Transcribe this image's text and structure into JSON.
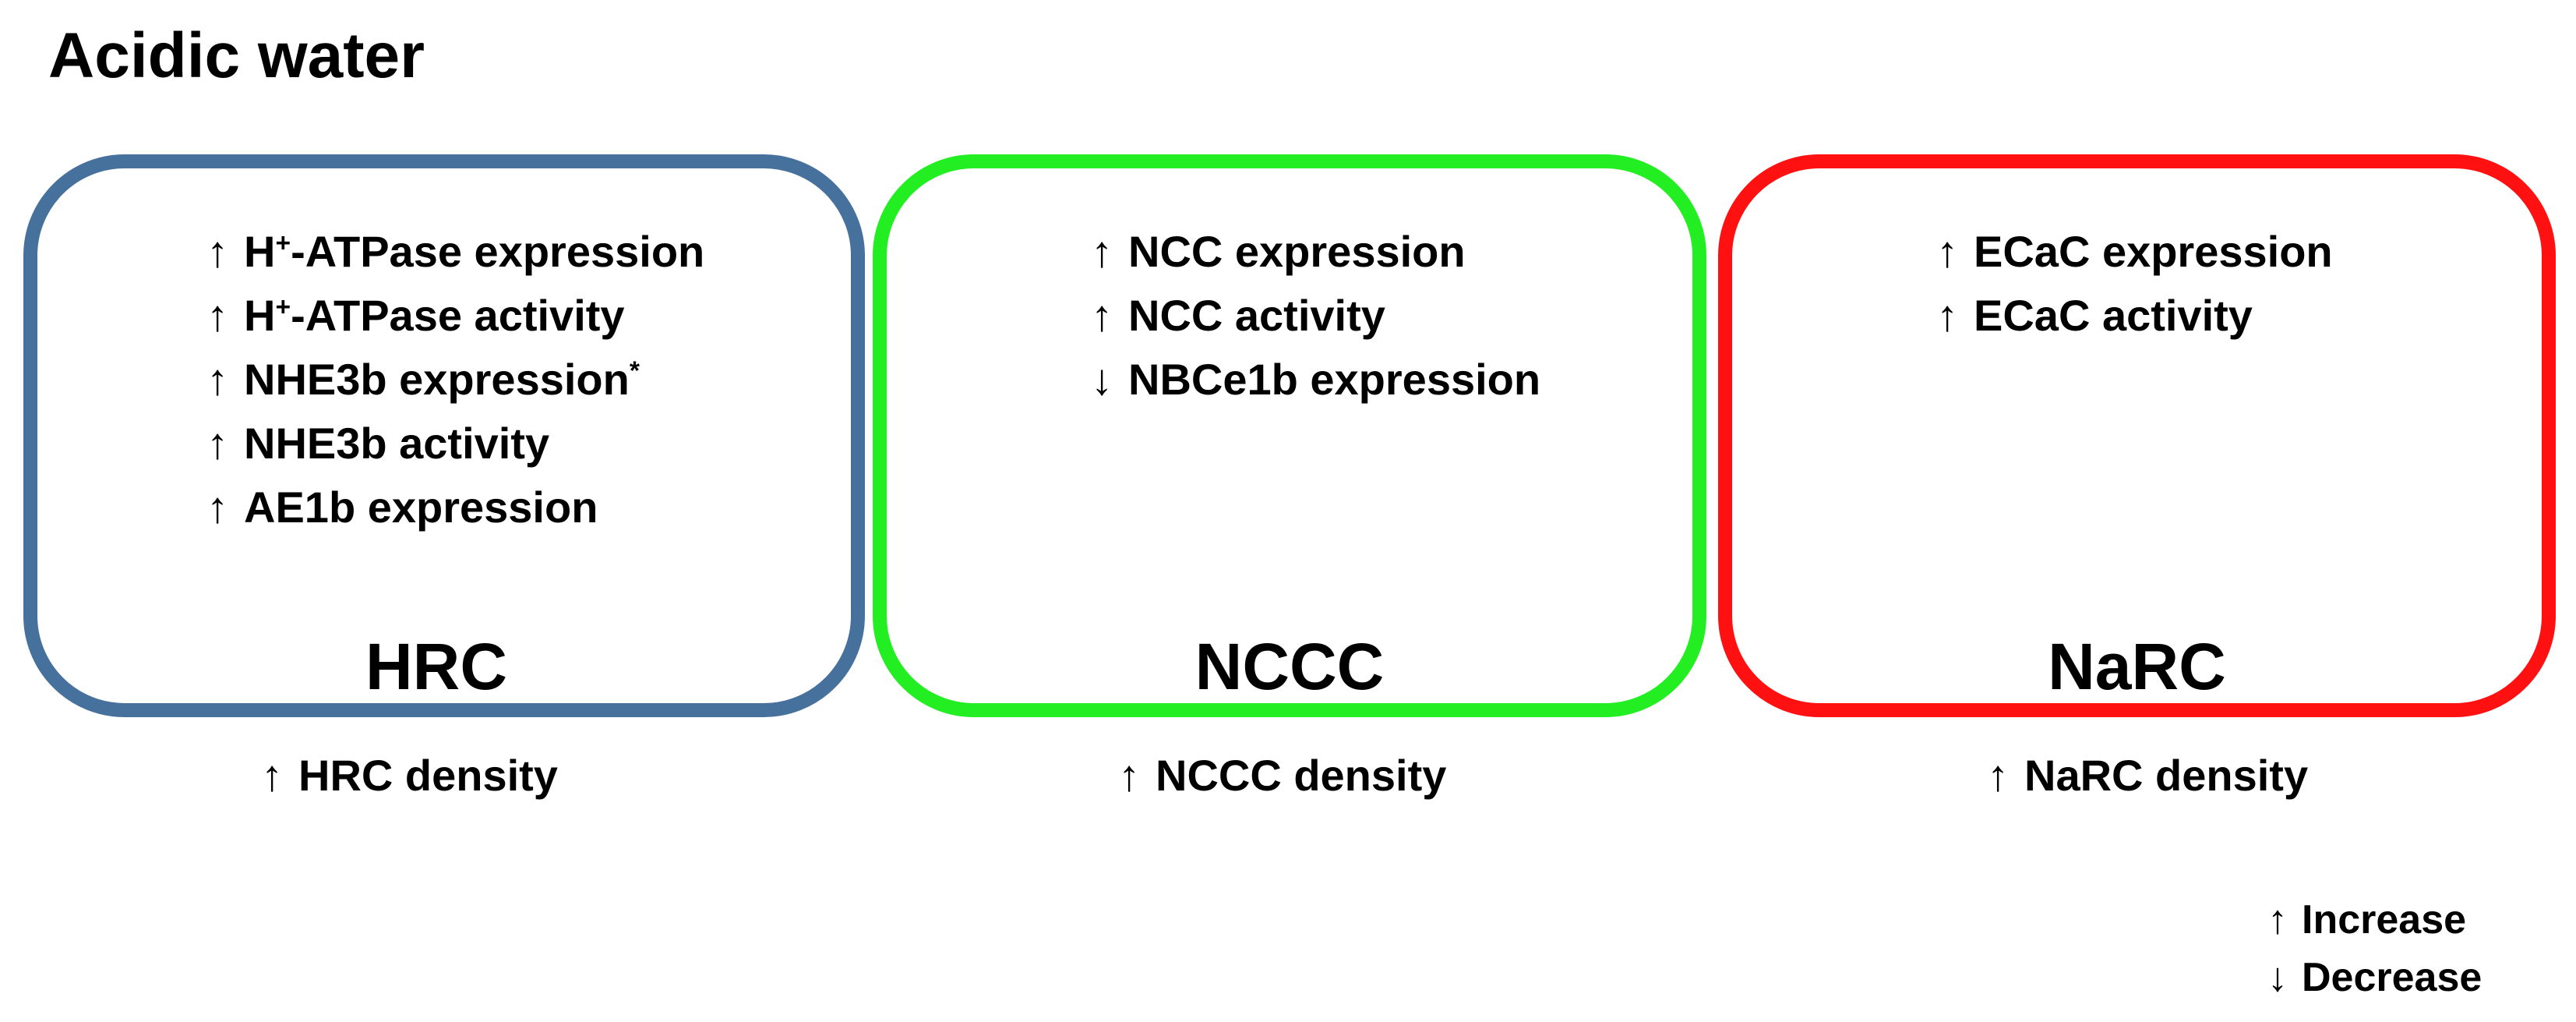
{
  "title": "Acidic water",
  "boxes": [
    {
      "id": "hrc",
      "name": "HRC",
      "border_color": "#46719C",
      "effects": [
        {
          "arrow": "↑",
          "pre": "H",
          "sup": "+",
          "post": "-ATPase expression"
        },
        {
          "arrow": "↑",
          "pre": "H",
          "sup": "+",
          "post": "-ATPase activity"
        },
        {
          "arrow": "↑",
          "pre": "NHE3b expression",
          "sup": "*",
          "post": ""
        },
        {
          "arrow": "↑",
          "pre": "NHE3b activity",
          "sup": "",
          "post": ""
        },
        {
          "arrow": "↑",
          "pre": "AE1b expression",
          "sup": "",
          "post": ""
        }
      ],
      "density": {
        "arrow": "↑",
        "text": "HRC density"
      }
    },
    {
      "id": "nccc",
      "name": "NCCC",
      "border_color": "#22EE22",
      "effects": [
        {
          "arrow": "↑",
          "pre": "NCC expression",
          "sup": "",
          "post": ""
        },
        {
          "arrow": "↑",
          "pre": "NCC activity",
          "sup": "",
          "post": ""
        },
        {
          "arrow": "↓",
          "pre": "NBCe1b expression",
          "sup": "",
          "post": ""
        }
      ],
      "density": {
        "arrow": "↑",
        "text": "NCCC density"
      }
    },
    {
      "id": "narc",
      "name": "NaRC",
      "border_color": "#FF1111",
      "effects": [
        {
          "arrow": "↑",
          "pre": "ECaC expression",
          "sup": "",
          "post": ""
        },
        {
          "arrow": "↑",
          "pre": "ECaC activity",
          "sup": "",
          "post": ""
        }
      ],
      "density": {
        "arrow": "↑",
        "text": "NaRC density"
      }
    }
  ],
  "legend": [
    {
      "arrow": "↑",
      "label": "Increase"
    },
    {
      "arrow": "↓",
      "label": "Decrease"
    }
  ]
}
